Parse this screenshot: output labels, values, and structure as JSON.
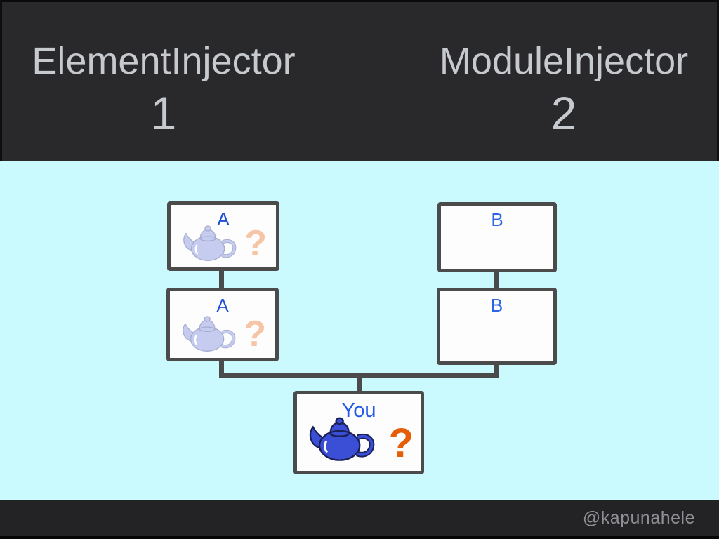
{
  "slide": {
    "header": {
      "left": {
        "title": "ElementInjector",
        "number": "1"
      },
      "right": {
        "title": "ModuleInjector",
        "number": "2"
      }
    },
    "diagram": {
      "box_a_top": {
        "label": "A",
        "question_mark": "?",
        "icon": "teapot-light"
      },
      "box_a_bottom": {
        "label": "A",
        "question_mark": "?",
        "icon": "teapot-light"
      },
      "box_b_top": {
        "label": "B"
      },
      "box_b_bottom": {
        "label": "B"
      },
      "box_you": {
        "label": "You",
        "question_mark": "?",
        "icon": "teapot-dark"
      }
    },
    "footer": {
      "handle": "@kapunahele"
    },
    "colors": {
      "header_background": "#29292b",
      "header_text": "#c6c9ce",
      "canvas_background": "#cafafd",
      "box_fill": "#fdfdfe",
      "box_border": "#4b4b4b",
      "label_blue_a": "#1e50d2",
      "label_blue_b": "#2b64e6",
      "label_blue_you": "#2257e8",
      "teapot_light_fill": "#c6cbf0",
      "teapot_light_outline": "#a6accf",
      "teapot_dark_fill": "#3a4ed6",
      "teapot_dark_outline": "#1a2158",
      "question_mark_peach": "#f5c5a5",
      "question_mark_orange": "#e55e07",
      "footer_background": "#232326",
      "footer_text": "#8f9094"
    }
  }
}
